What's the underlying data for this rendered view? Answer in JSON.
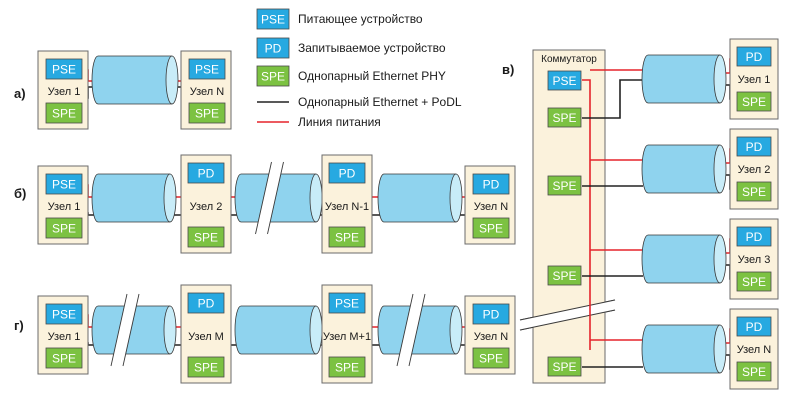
{
  "legend": {
    "items": [
      {
        "badge": "PSE",
        "label": "Питающее устройство",
        "kind": "pse"
      },
      {
        "badge": "PD",
        "label": "Запитываемое устройство",
        "kind": "pd"
      },
      {
        "badge": "SPE",
        "label": "Однопарный Ethernet PHY",
        "kind": "spe"
      },
      {
        "badge": "",
        "label": "Однопарный Ethernet + PoDL",
        "kind": "data-line"
      },
      {
        "badge": "",
        "label": "Линия питания",
        "kind": "power-line"
      }
    ]
  },
  "colors": {
    "node_bg": "#fbf2dc",
    "node_border": "#6b6b6b",
    "pse": "#27a9e1",
    "pd": "#27a9e1",
    "spe": "#7cc242",
    "cable": "#8fd3ee",
    "cable_end": "#c8ecf8",
    "power": "#e5242b",
    "data": "#222222"
  },
  "labels": {
    "pse": "PSE",
    "pd": "PD",
    "spe": "SPE"
  },
  "panels": {
    "a": {
      "tag": "а)",
      "nodes": [
        "Узел 1",
        "Узел N"
      ]
    },
    "b": {
      "tag": "б)",
      "nodes": [
        "Узел 1",
        "Узел 2",
        "Узел N-1",
        "Узел N"
      ]
    },
    "g": {
      "tag": "г)",
      "nodes": [
        "Узел 1",
        "Узел M",
        "Узел M+1",
        "Узел N"
      ]
    },
    "v": {
      "tag": "в)",
      "switch_label": "Коммутатор",
      "nodes": [
        "Узел 1",
        "Узел 2",
        "Узел 3",
        "Узел N"
      ]
    }
  }
}
